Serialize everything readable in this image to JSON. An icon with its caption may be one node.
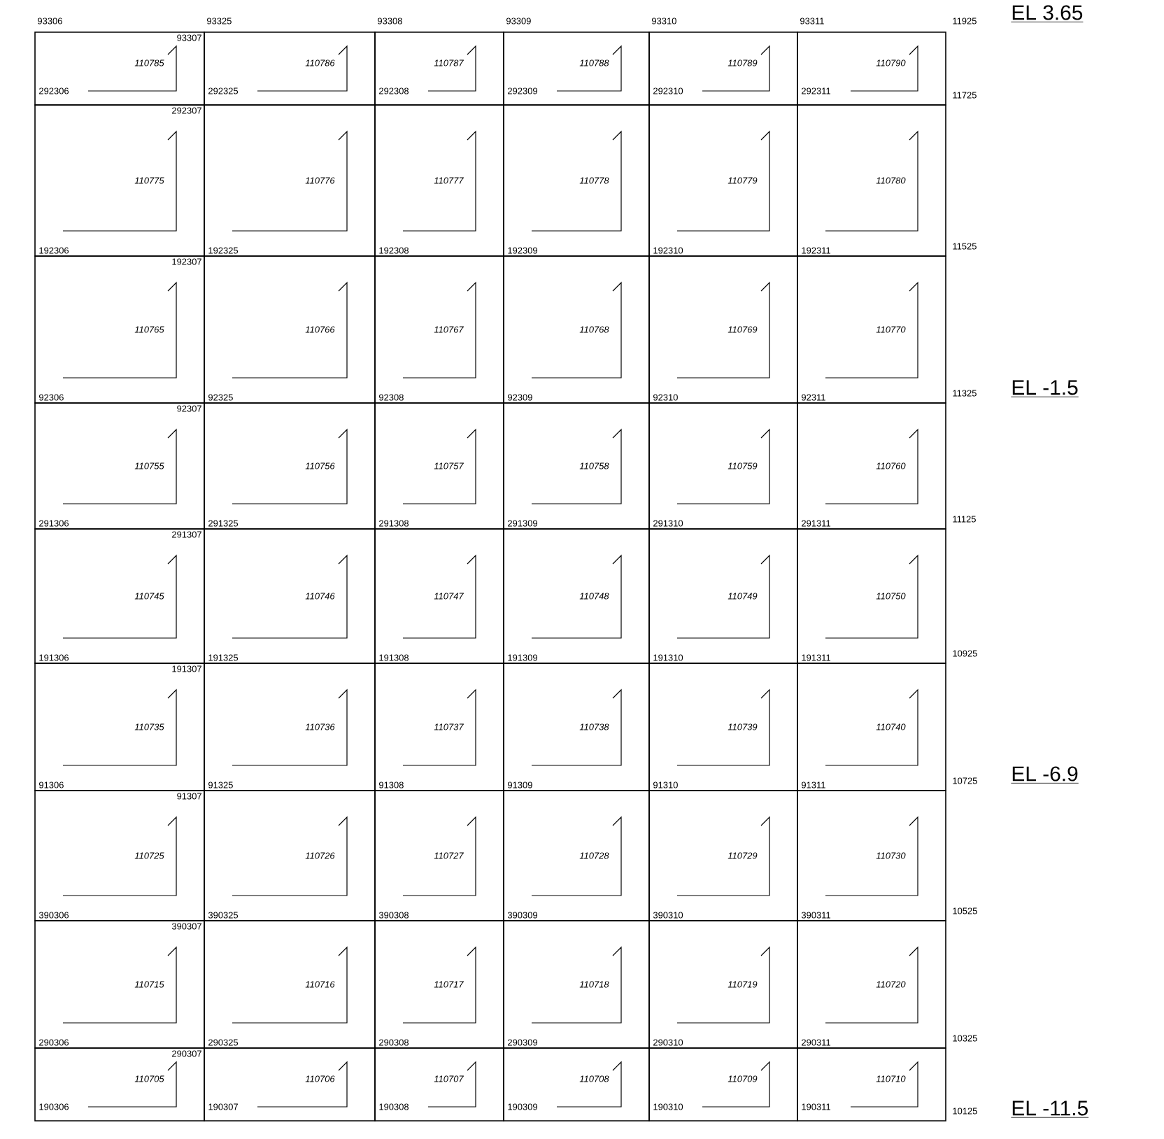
{
  "diagram": {
    "nodes": [
      {
        "text": [
          "93307",
          "110785",
          "292306"
        ]
      },
      {
        "text": [
          "110786",
          "292325"
        ]
      },
      {
        "text": [
          "110787",
          "292308"
        ]
      },
      {
        "text": [
          "110788",
          "292309"
        ]
      },
      {
        "text": [
          "110789",
          "292310"
        ]
      },
      {
        "text": [
          "110790",
          "292311"
        ]
      },
      {
        "text": [
          "292307",
          "110775",
          "192306"
        ]
      },
      {
        "text": [
          "110776",
          "192325"
        ]
      },
      {
        "text": [
          "110777",
          "192308"
        ]
      },
      {
        "text": [
          "110778",
          "192309"
        ]
      },
      {
        "text": [
          "110779",
          "192310"
        ]
      },
      {
        "text": [
          "110780",
          "192311"
        ]
      },
      {
        "text": [
          "192307",
          "110765",
          "92306"
        ]
      },
      {
        "text": [
          "110766",
          "92325"
        ]
      },
      {
        "text": [
          "110767",
          "92308"
        ]
      },
      {
        "text": [
          "110768",
          "92309"
        ]
      },
      {
        "text": [
          "110769",
          "92310"
        ]
      },
      {
        "text": [
          "110770",
          "92311"
        ]
      },
      {
        "text": [
          "92307",
          "110755",
          "291306"
        ]
      },
      {
        "text": [
          "110756",
          "291325"
        ]
      },
      {
        "text": [
          "110757",
          "291308"
        ]
      },
      {
        "text": [
          "110758",
          "291309"
        ]
      },
      {
        "text": [
          "110759",
          "291310"
        ]
      },
      {
        "text": [
          "110760",
          "291311"
        ]
      },
      {
        "text": [
          "291307",
          "110745",
          "191306"
        ]
      },
      {
        "text": [
          "110746",
          "191325"
        ]
      },
      {
        "text": [
          "110747",
          "191308"
        ]
      },
      {
        "text": [
          "110748",
          "191309"
        ]
      },
      {
        "text": [
          "110749",
          "191310"
        ]
      },
      {
        "text": [
          "110750",
          "191311"
        ]
      },
      {
        "text": [
          "191307",
          "110735",
          "91306"
        ]
      },
      {
        "text": [
          "110736",
          "91325"
        ]
      },
      {
        "text": [
          "110737",
          "91308"
        ]
      },
      {
        "text": [
          "110738",
          "91309"
        ]
      },
      {
        "text": [
          "110739",
          "91310"
        ]
      },
      {
        "text": [
          "110740",
          "91311"
        ]
      },
      {
        "text": [
          "91307",
          "110725",
          "390306"
        ]
      },
      {
        "text": [
          "110726",
          "390325"
        ]
      },
      {
        "text": [
          "110727",
          "390308"
        ]
      },
      {
        "text": [
          "110728",
          "390309"
        ]
      },
      {
        "text": [
          "110729",
          "390310"
        ]
      },
      {
        "text": [
          "110730",
          "390311"
        ]
      },
      {
        "text": [
          "390307",
          "110715",
          "290306"
        ]
      },
      {
        "text": [
          "110716",
          "290325"
        ]
      },
      {
        "text": [
          "110717",
          "290308"
        ]
      },
      {
        "text": [
          "110718",
          "290309"
        ]
      },
      {
        "text": [
          "110719",
          "290310"
        ]
      },
      {
        "text": [
          "110720",
          "290311"
        ]
      },
      {
        "text": [
          "290307",
          "110705",
          "190306"
        ]
      },
      {
        "text": [
          "110706",
          "190307"
        ]
      },
      {
        "text": [
          "110707",
          "190308"
        ]
      },
      {
        "text": [
          "110708",
          "190309"
        ]
      },
      {
        "text": [
          "110709",
          "190310"
        ]
      },
      {
        "text": [
          "110710",
          "190311"
        ]
      }
    ],
    "labels": [
      "93306",
      "93325",
      "93308",
      "93309",
      "93310",
      "93311",
      "11925",
      "EL 3.65",
      "11725",
      "11525",
      "11325",
      "EL -1.5",
      "11125",
      "10925",
      "10725",
      "EL -6.9",
      "10525",
      "10325",
      "10125",
      "EL -11.5"
    ]
  }
}
